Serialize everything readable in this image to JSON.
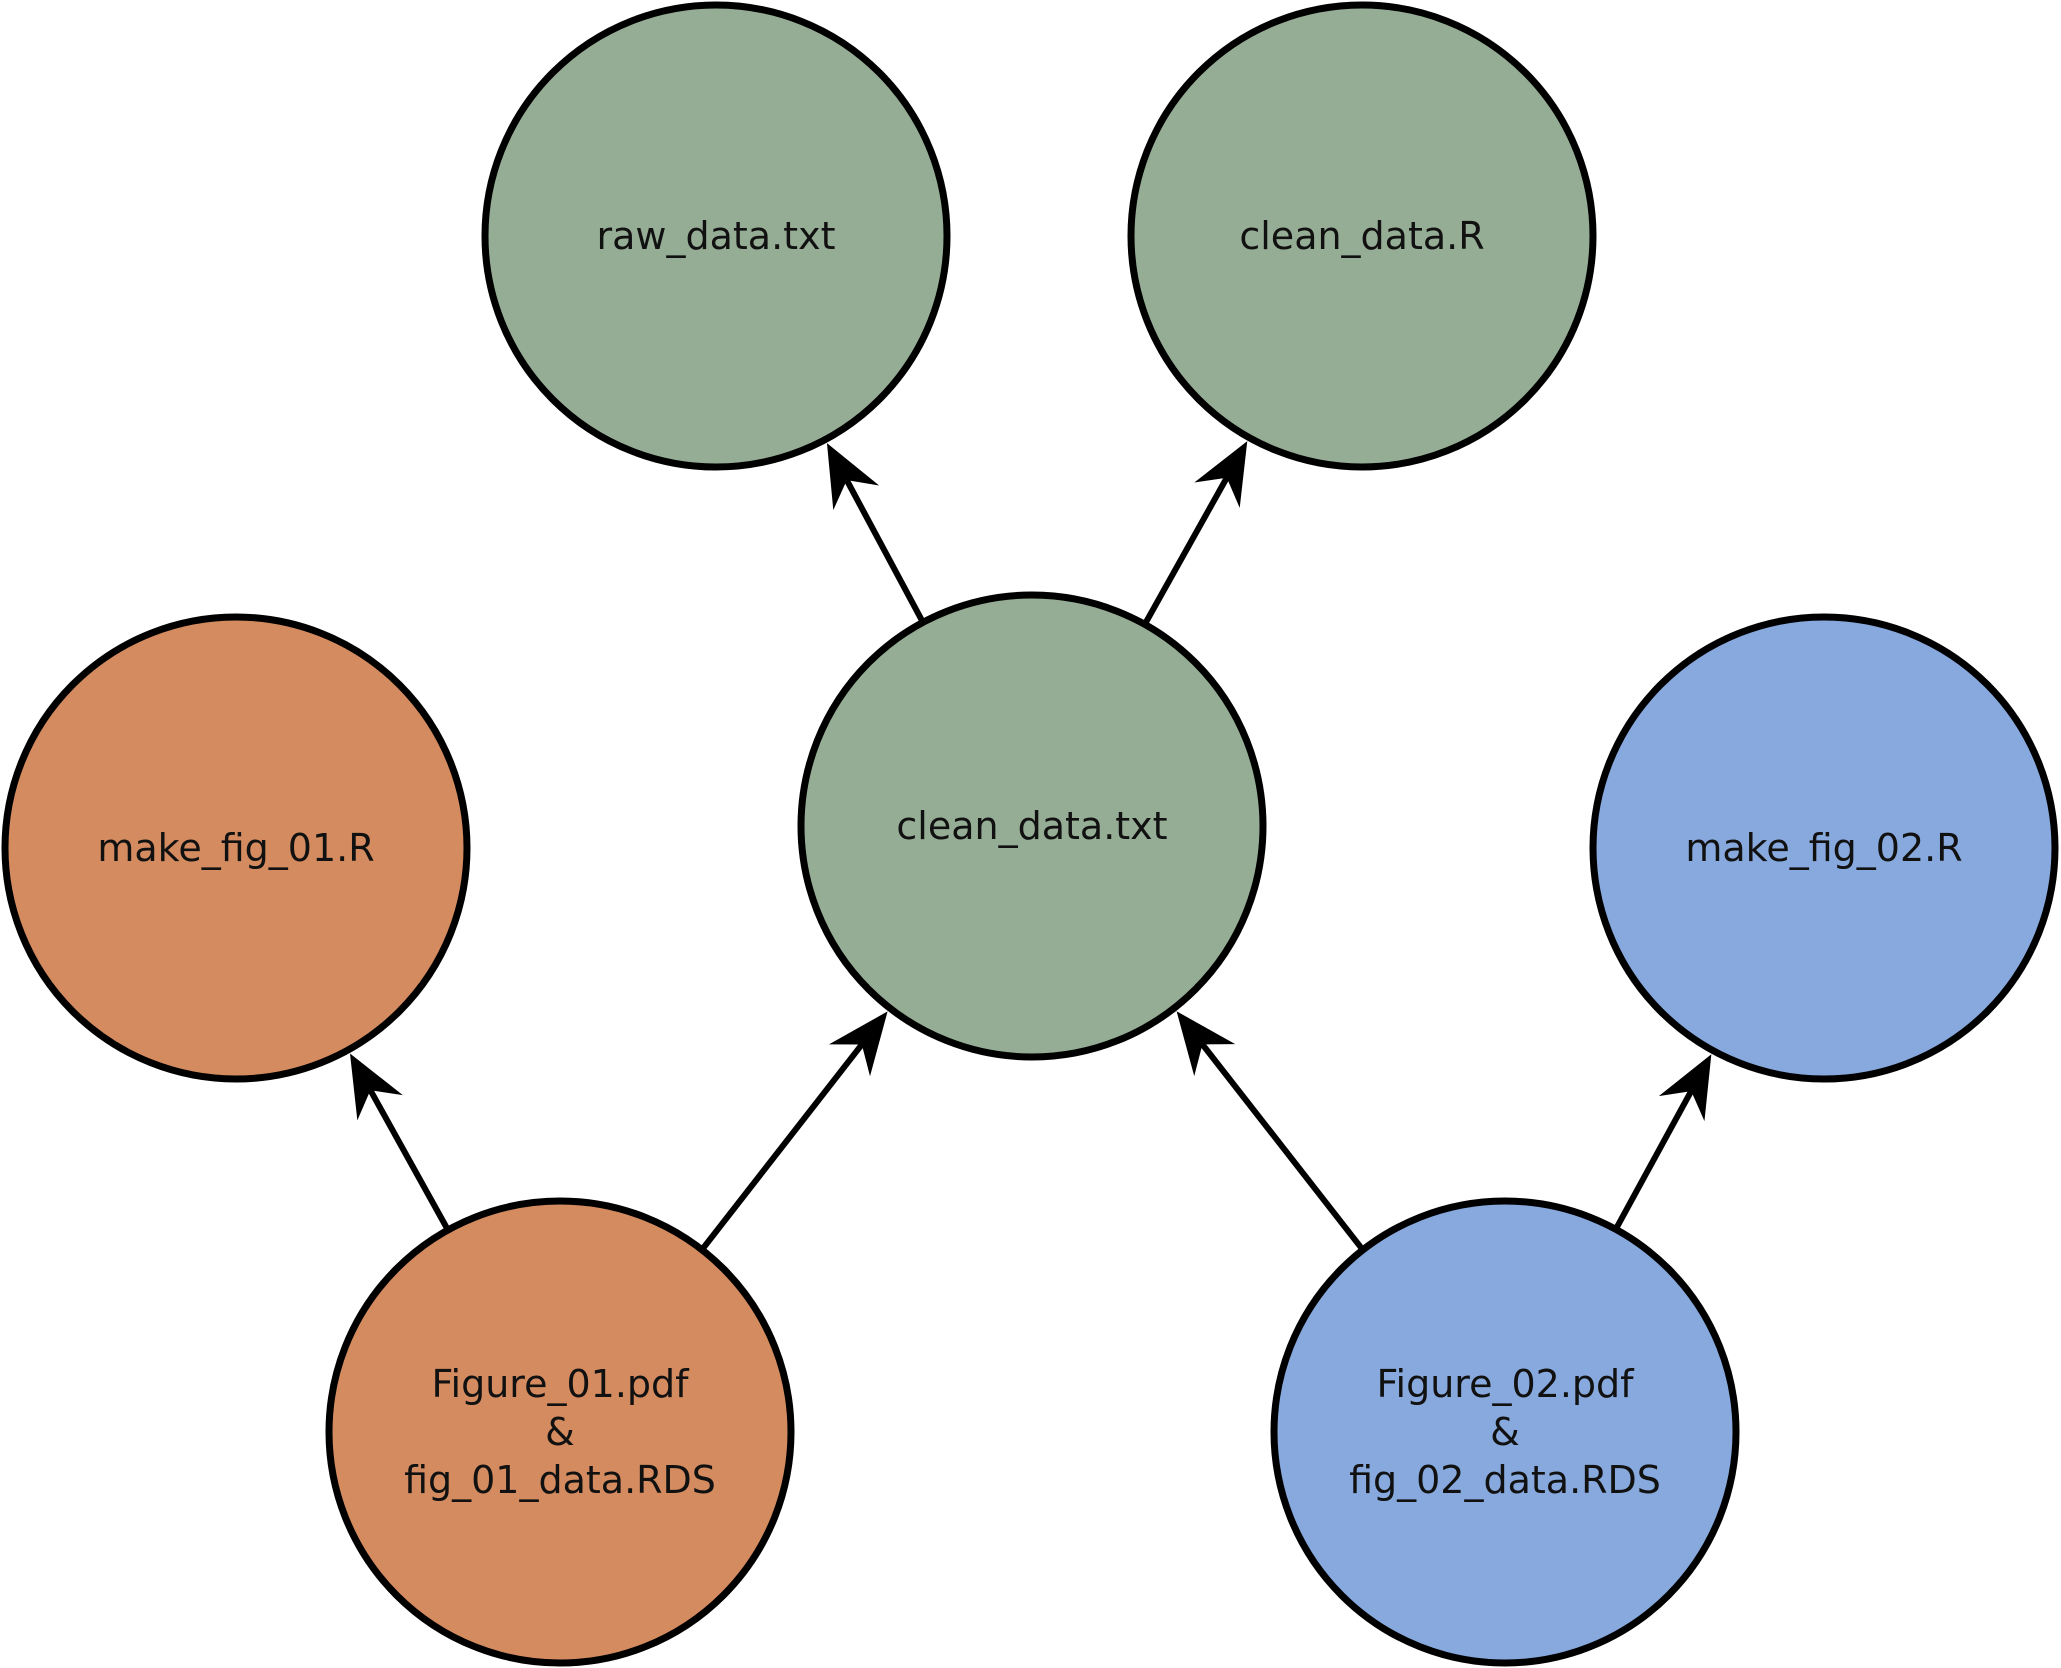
{
  "colors": {
    "green": "#96ad95",
    "orange": "#d38b5f",
    "blue": "#87a9dd",
    "stroke": "#000000"
  },
  "nodes": {
    "raw_data": {
      "lines": [
        "raw_data.txt"
      ],
      "color": "green"
    },
    "clean_data_r": {
      "lines": [
        "clean_data.R"
      ],
      "color": "green"
    },
    "clean_data_txt": {
      "lines": [
        "clean_data.txt"
      ],
      "color": "green"
    },
    "make_fig_01": {
      "lines": [
        "make_fig_01.R"
      ],
      "color": "orange"
    },
    "make_fig_02": {
      "lines": [
        "make_fig_02.R"
      ],
      "color": "blue"
    },
    "figure_01": {
      "lines": [
        "Figure_01.pdf",
        "&",
        "fig_01_data.RDS"
      ],
      "color": "orange"
    },
    "figure_02": {
      "lines": [
        "Figure_02.pdf",
        "&",
        "fig_02_data.RDS"
      ],
      "color": "blue"
    }
  },
  "edges": [
    {
      "from": "clean_data_txt",
      "to": "raw_data"
    },
    {
      "from": "clean_data_txt",
      "to": "clean_data_r"
    },
    {
      "from": "figure_01",
      "to": "make_fig_01"
    },
    {
      "from": "figure_01",
      "to": "clean_data_txt"
    },
    {
      "from": "figure_02",
      "to": "clean_data_txt"
    },
    {
      "from": "figure_02",
      "to": "make_fig_02"
    }
  ]
}
